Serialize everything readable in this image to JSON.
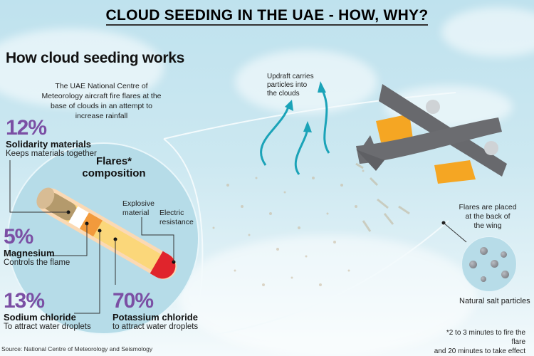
{
  "header": {
    "title": "CLOUD SEEDING IN THE UAE - HOW, WHY?"
  },
  "section": {
    "title": "How cloud seeding works",
    "intro": "The UAE National Centre of Meteorology aircraft fire flares at the base of clouds in an attempt to increase rainfall"
  },
  "flares": {
    "title_line1": "Flares*",
    "title_line2": "composition",
    "components": [
      {
        "percent": "12%",
        "name": "Solidarity materials",
        "description": "Keeps materials together",
        "color": "#b49a6c"
      },
      {
        "percent": "5%",
        "name": "Magnesium",
        "description": "Controls the flame",
        "color": "#ffffff"
      },
      {
        "percent": "13%",
        "name": "Sodium chloride",
        "description": "To attract water droplets",
        "color": "#f29a3c"
      },
      {
        "percent": "70%",
        "name": "Potassium chloride",
        "description": "to attract water droplets",
        "color": "#fbd77a"
      }
    ],
    "explosive_label_1": "Explosive",
    "explosive_label_2": "material",
    "electric_label_1": "Electric",
    "electric_label_2": "resistance",
    "tip_color": "#e0242c"
  },
  "process": {
    "updraft_1": "Updraft carries",
    "updraft_2": "particles into",
    "updraft_3": "the clouds",
    "flares_placed_1": "Flares are placed",
    "flares_placed_2": "at the back of",
    "flares_placed_3": "the wing",
    "salt_label": "Natural salt particles"
  },
  "footnote": {
    "line1": "*2 to 3 minutes to fire the flare",
    "line2": "and 20 minutes to take effect"
  },
  "source": "Source: National Centre of Meteorology and Seismology",
  "colors": {
    "percent": "#7b4fa4",
    "arrow": "#1ba3b8",
    "plane": "#6b6c70",
    "flame": "#f5a623",
    "sky": "#bfe2ee"
  }
}
